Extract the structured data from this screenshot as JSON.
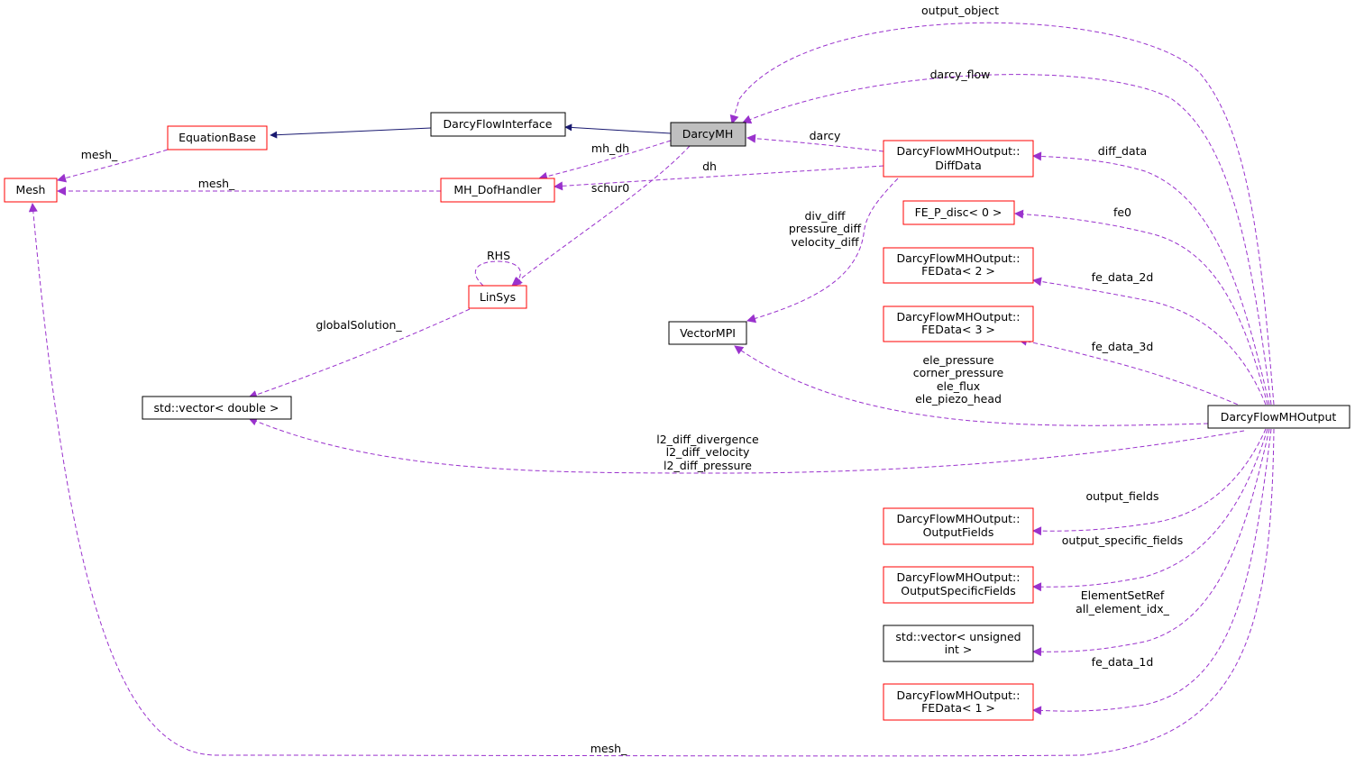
{
  "colors": {
    "inherit_edge": "#191970",
    "usage_edge": "#9a32cd",
    "red_border": "#ff0000",
    "black_border": "#000000",
    "focus_fill": "#bfbfbf"
  },
  "nodes": {
    "equation_base": "EquationBase",
    "darcy_flow_interface": "DarcyFlowInterface",
    "darcy_mh": "DarcyMH",
    "mesh": "Mesh",
    "mh_dof_handler": "MH_DofHandler",
    "lin_sys": "LinSys",
    "std_vector_double": "std::vector< double >",
    "vector_mpi": "VectorMPI",
    "diff_data": [
      "DarcyFlowMHOutput::",
      "DiffData"
    ],
    "fe_p_disc": "FE_P_disc< 0 >",
    "fe_data_2": [
      "DarcyFlowMHOutput::",
      "FEData< 2 >"
    ],
    "fe_data_3": [
      "DarcyFlowMHOutput::",
      "FEData< 3 >"
    ],
    "darcy_flow_mh_output": "DarcyFlowMHOutput",
    "output_fields": [
      "DarcyFlowMHOutput::",
      "OutputFields"
    ],
    "output_specific_fields": [
      "DarcyFlowMHOutput::",
      "OutputSpecificFields"
    ],
    "std_vector_unsigned": [
      "std::vector< unsigned",
      "int >"
    ],
    "fe_data_1": [
      "DarcyFlowMHOutput::",
      "FEData< 1 >"
    ]
  },
  "edge_labels": {
    "output_object": "output_object",
    "darcy_flow": "darcy_flow",
    "darcy": "darcy",
    "mesh_eqbase": "mesh_",
    "mh_dh": "mh_dh",
    "dh": "dh",
    "mesh_dofh": "mesh_",
    "schur0": "schur0",
    "diff_data": "diff_data",
    "fe0": "fe0",
    "fe_data_2d": "fe_data_2d",
    "fe_data_3d": "fe_data_3d",
    "rhs": "RHS",
    "global_solution": "globalSolution_",
    "diff_vectors": [
      "div_diff",
      "pressure_diff",
      "velocity_diff"
    ],
    "ele_vectors": [
      "ele_pressure",
      "corner_pressure",
      "ele_flux",
      "ele_piezo_head"
    ],
    "l2_diffs": [
      "l2_diff_divergence",
      "l2_diff_velocity",
      "l2_diff_pressure"
    ],
    "output_fields": "output_fields",
    "output_specific_fields": "output_specific_fields",
    "element_set": [
      "ElementSetRef",
      "all_element_idx_"
    ],
    "fe_data_1d": "fe_data_1d",
    "mesh_bottom": "mesh_"
  }
}
